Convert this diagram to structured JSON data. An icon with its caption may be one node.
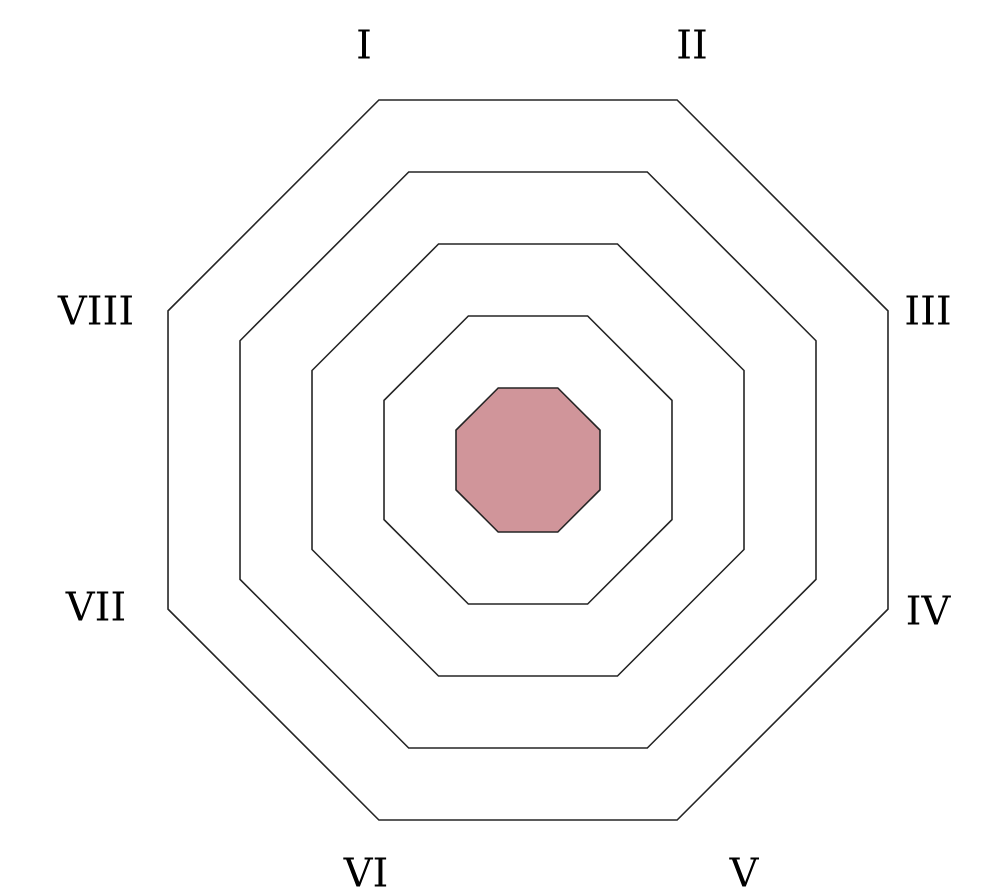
{
  "diagram": {
    "nodes": [
      {
        "text": [],
        "shape": "octagon"
      },
      {
        "text": [],
        "shape": "octagon",
        "in": 0
      },
      {
        "text": [],
        "shape": "octagon",
        "in": 1
      },
      {
        "text": [],
        "shape": "octagon",
        "in": 2
      },
      {
        "text": [],
        "shape": "octagon",
        "in": 3
      }
    ],
    "labels": [
      "I",
      "II",
      "III",
      "IV",
      "V",
      "VI",
      "VII",
      "VIII"
    ]
  }
}
